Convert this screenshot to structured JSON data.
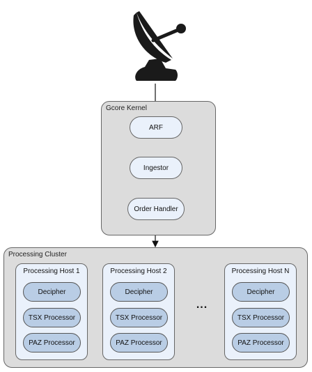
{
  "kernel": {
    "title": "Gcore Kernel",
    "nodes": [
      "ARF",
      "Ingestor",
      "Order Handler"
    ]
  },
  "cluster": {
    "title": "Processing Cluster",
    "hosts": [
      {
        "title": "Processing Host 1",
        "processors": [
          "Decipher",
          "TSX Processor",
          "PAZ Processor"
        ]
      },
      {
        "title": "Processing Host 2",
        "processors": [
          "Decipher",
          "TSX Processor",
          "PAZ Processor"
        ]
      },
      {
        "title": "Processing Host N",
        "processors": [
          "Decipher",
          "TSX Processor",
          "PAZ Processor"
        ]
      }
    ],
    "ellipsis": "..."
  },
  "icons": {
    "source": "satellite-dish-icon"
  },
  "colors": {
    "group_fill": "#dcdcdc",
    "node_fill": "#eaf1fb",
    "processor_fill": "#b9cde5",
    "outline": "#666666"
  }
}
